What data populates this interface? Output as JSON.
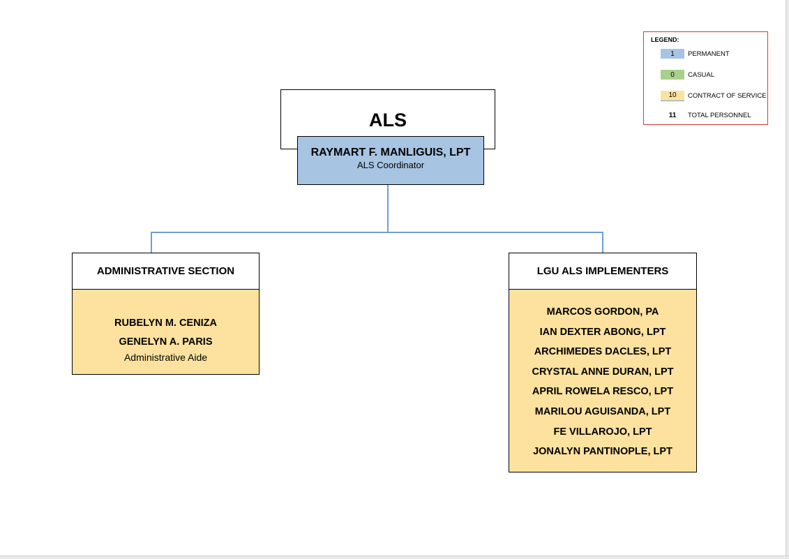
{
  "legend": {
    "title": "LEGEND:",
    "items": [
      {
        "count": "1",
        "label": "PERMANENT",
        "color": "#a7c4e3"
      },
      {
        "count": "0",
        "label": "CASUAL",
        "color": "#a8d08d"
      },
      {
        "count": "10",
        "label": "CONTRACT OF SERVICE",
        "color": "#fde29f"
      },
      {
        "count": "11",
        "label": "TOTAL PERSONNEL",
        "color": "#ffffff"
      }
    ]
  },
  "office": {
    "title": "ALS"
  },
  "coordinator": {
    "name": "RAYMART F. MANLIGUIS, LPT",
    "position": "ALS Coordinator"
  },
  "admin_section": {
    "title": "ADMINISTRATIVE SECTION",
    "members": [
      "RUBELYN M. CENIZA",
      "GENELYN A. PARIS"
    ],
    "position": "Administrative Aide"
  },
  "lgu_section": {
    "title": "LGU ALS IMPLEMENTERS",
    "members": [
      "MARCOS GORDON, PA",
      "IAN DEXTER ABONG, LPT",
      "ARCHIMEDES DACLES, LPT",
      "CRYSTAL ANNE DURAN, LPT",
      "APRIL ROWELA RESCO, LPT",
      "MARILOU AGUISANDA, LPT",
      "FE VILLAROJO, LPT",
      "JONALYN PANTINOPLE, LPT"
    ]
  },
  "colors": {
    "permanent": "#a7c4e3",
    "casual": "#a8d08d",
    "contract_of_service": "#fde29f",
    "connector": "#6f9fd1",
    "legend_border": "#d9363e"
  }
}
